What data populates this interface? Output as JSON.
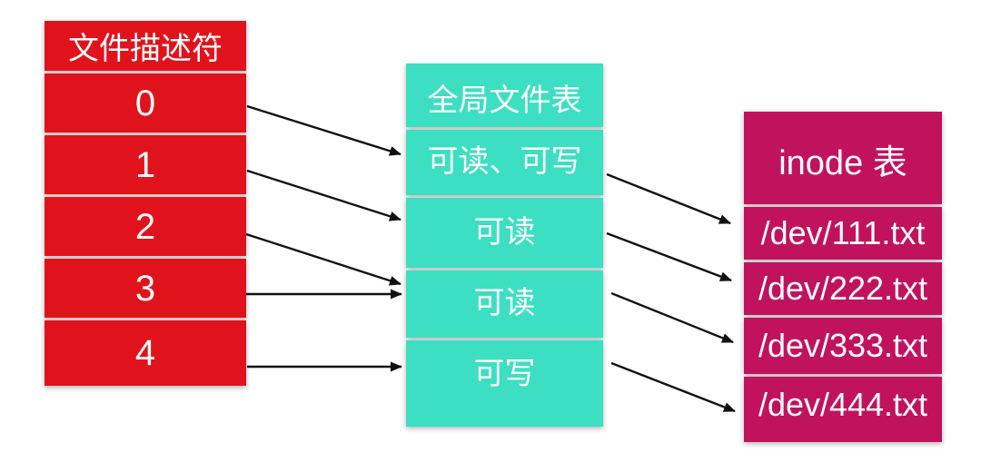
{
  "diagram": {
    "background": "#ffffff",
    "text_color": "#ffffff",
    "fd_table": {
      "title": "文件描述符",
      "color": "#e0131c",
      "rows": [
        "0",
        "1",
        "2",
        "3",
        "4"
      ]
    },
    "global_table": {
      "title": "全局文件表",
      "color": "#3cdfc2",
      "rows": [
        "可读、可写",
        "可读",
        "可读",
        "可写"
      ]
    },
    "inode_table": {
      "title": "inode 表",
      "color": "#c1125e",
      "rows": [
        "/dev/111.txt",
        "/dev/222.txt",
        "/dev/333.txt",
        "/dev/444.txt"
      ]
    },
    "arrows": {
      "color": "#111111",
      "fd_to_global": [
        {
          "from_row": "0",
          "to_row": "可读、可写"
        },
        {
          "from_row": "1",
          "to_row": "可读"
        },
        {
          "from_row": "2",
          "to_row": "可读"
        },
        {
          "from_row": "3",
          "to_row": "可读"
        },
        {
          "from_row": "4",
          "to_row": "可写"
        }
      ],
      "global_to_inode": [
        {
          "from_row": "可读、可写",
          "to_row": "/dev/111.txt"
        },
        {
          "from_row": "可读",
          "to_row": "/dev/222.txt"
        },
        {
          "from_row": "可读",
          "to_row": "/dev/333.txt"
        },
        {
          "from_row": "可写",
          "to_row": "/dev/444.txt"
        }
      ]
    }
  }
}
